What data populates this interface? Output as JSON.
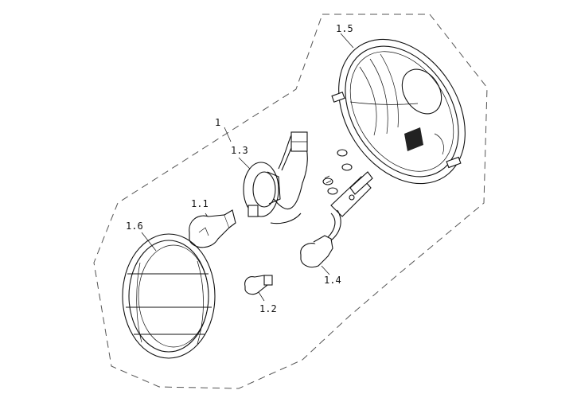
{
  "diagram": {
    "part_labels": {
      "assembly": "1",
      "bulb_main": "1.1",
      "bulb_small": "1.2",
      "socket_harness": "1.3",
      "bulb_socket": "1.4",
      "housing": "1.5",
      "lens_ring": "1.6"
    }
  }
}
